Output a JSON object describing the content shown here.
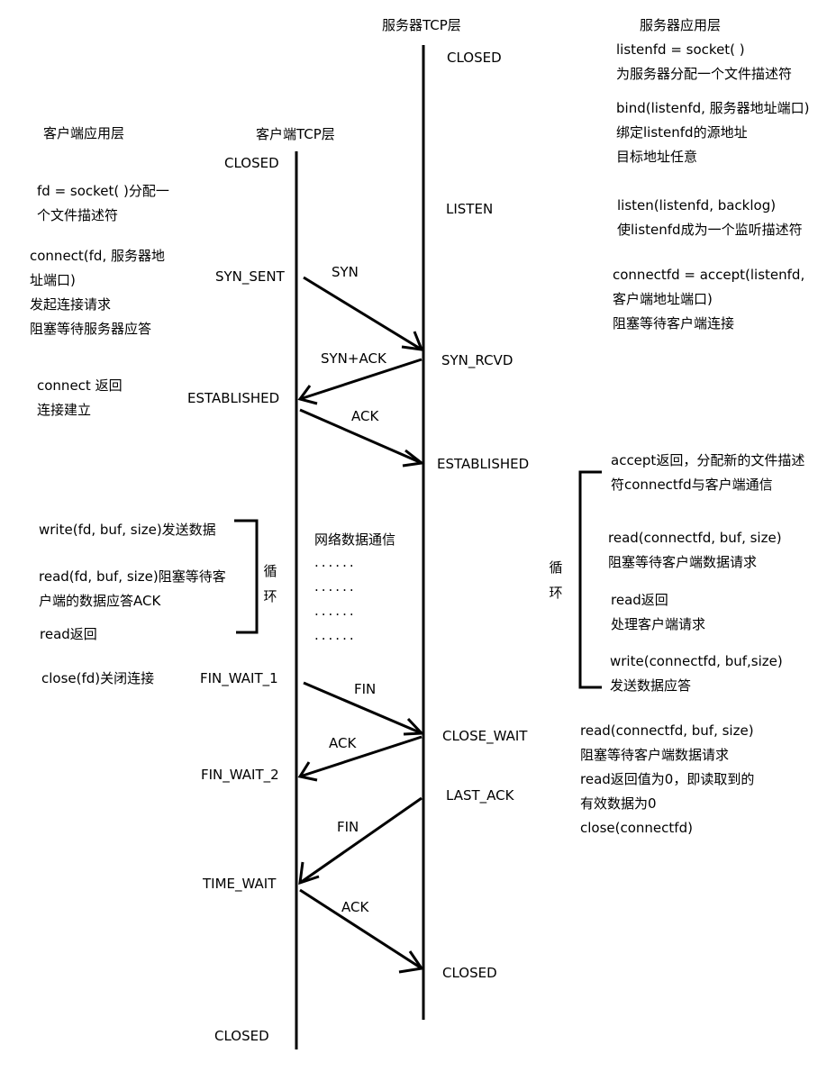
{
  "headers": {
    "server_tcp": "服务器TCP层",
    "server_app": "服务器应用层",
    "client_app": "客户端应用层",
    "client_tcp": "客户端TCP层"
  },
  "client_states": {
    "closed_top": "CLOSED",
    "syn_sent": "SYN_SENT",
    "established": "ESTABLISHED",
    "fin_wait_1": "FIN_WAIT_1",
    "fin_wait_2": "FIN_WAIT_2",
    "time_wait": "TIME_WAIT",
    "closed_bottom": "CLOSED"
  },
  "server_states": {
    "closed_top": "CLOSED",
    "listen": "LISTEN",
    "syn_rcvd": "SYN_RCVD",
    "established": "ESTABLISHED",
    "close_wait": "CLOSE_WAIT",
    "last_ack": "LAST_ACK",
    "closed_bottom": "CLOSED"
  },
  "arrows": {
    "syn": "SYN",
    "syn_ack": "SYN+ACK",
    "ack1": "ACK",
    "fin1": "FIN",
    "ack2": "ACK",
    "fin2": "FIN",
    "ack3": "ACK"
  },
  "client_notes": {
    "socket": [
      "fd = socket( )分配一",
      "个文件描述符"
    ],
    "connect": [
      "connect(fd, 服务器地",
      "址端口)",
      "发起连接请求",
      "阻塞等待服务器应答"
    ],
    "connect_return": [
      "connect 返回",
      "连接建立"
    ],
    "write": "write(fd, buf, size)发送数据",
    "read": [
      "read(fd, buf, size)阻塞等待客",
      "户端的数据应答ACK"
    ],
    "read_return": "read返回",
    "close": "close(fd)关闭连接",
    "loop": [
      "循",
      "环"
    ]
  },
  "middle": {
    "network": "网络数据通信",
    "dots": [
      "......",
      "......",
      "......",
      "......"
    ]
  },
  "server_notes": {
    "socket": [
      "listenfd = socket( )",
      "为服务器分配一个文件描述符"
    ],
    "bind": [
      "bind(listenfd, 服务器地址端口)",
      "绑定listenfd的源地址",
      "目标地址任意"
    ],
    "listen": [
      "listen(listenfd, backlog)",
      "使listenfd成为一个监听描述符"
    ],
    "accept": [
      "connectfd = accept(listenfd,",
      "客户端地址端口)",
      "阻塞等待客户端连接"
    ],
    "accept_return": [
      "accept返回，分配新的文件描述",
      "符connectfd与客户端通信"
    ],
    "read": [
      "read(connectfd, buf, size)",
      "阻塞等待客户端数据请求"
    ],
    "read_return": [
      "read返回",
      "处理客户端请求"
    ],
    "write": [
      "write(connectfd, buf,size)",
      "发送数据应答"
    ],
    "close": [
      "read(connectfd, buf, size)",
      "阻塞等待客户端数据请求",
      "read返回值为0，即读取到的",
      "有效数据为0",
      "close(connectfd)"
    ],
    "loop": [
      "循",
      "环"
    ]
  }
}
